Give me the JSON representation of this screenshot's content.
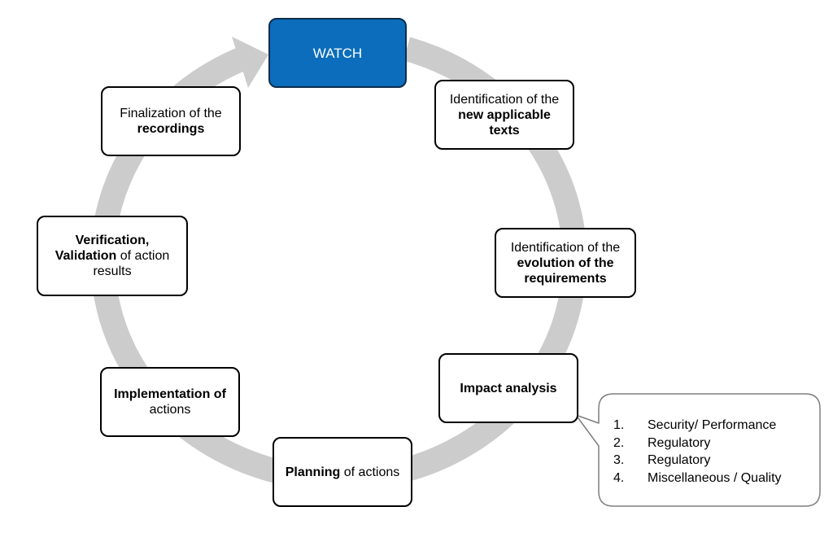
{
  "cycle": {
    "ring_color": "#cccccc",
    "watch_fill": "#0b6dbb",
    "steps": [
      {
        "id": "watch",
        "parts": [
          {
            "text": "WATCH",
            "bold": false
          }
        ]
      },
      {
        "id": "identification-new-texts",
        "parts": [
          {
            "text": "Identification of the ",
            "bold": false
          },
          {
            "text": "new applicable texts",
            "bold": true
          }
        ]
      },
      {
        "id": "identification-evolution",
        "parts": [
          {
            "text": "Identification of the ",
            "bold": false
          },
          {
            "text": "evolution of the requirements",
            "bold": true
          }
        ]
      },
      {
        "id": "impact-analysis",
        "parts": [
          {
            "text": "Impact analysis",
            "bold": true
          }
        ]
      },
      {
        "id": "planning",
        "parts": [
          {
            "text": "Planning",
            "bold": true
          },
          {
            "text": " of actions",
            "bold": false
          }
        ]
      },
      {
        "id": "implementation",
        "parts": [
          {
            "text": "Implementation of",
            "bold": true
          },
          {
            "text": " actions",
            "bold": false
          }
        ]
      },
      {
        "id": "verification",
        "parts": [
          {
            "text": "Verification, Validation",
            "bold": true
          },
          {
            "text": " of action results",
            "bold": false
          }
        ]
      },
      {
        "id": "finalization",
        "parts": [
          {
            "text": "Finalization of the ",
            "bold": false
          },
          {
            "text": "recordings",
            "bold": true
          }
        ]
      }
    ]
  },
  "impact_callout": {
    "items": [
      {
        "number": "1.",
        "label": "Security/ Performance"
      },
      {
        "number": "2.",
        "label": "Regulatory"
      },
      {
        "number": "3.",
        "label": "Regulatory"
      },
      {
        "number": "4.",
        "label": "Miscellaneous / Quality"
      }
    ]
  }
}
